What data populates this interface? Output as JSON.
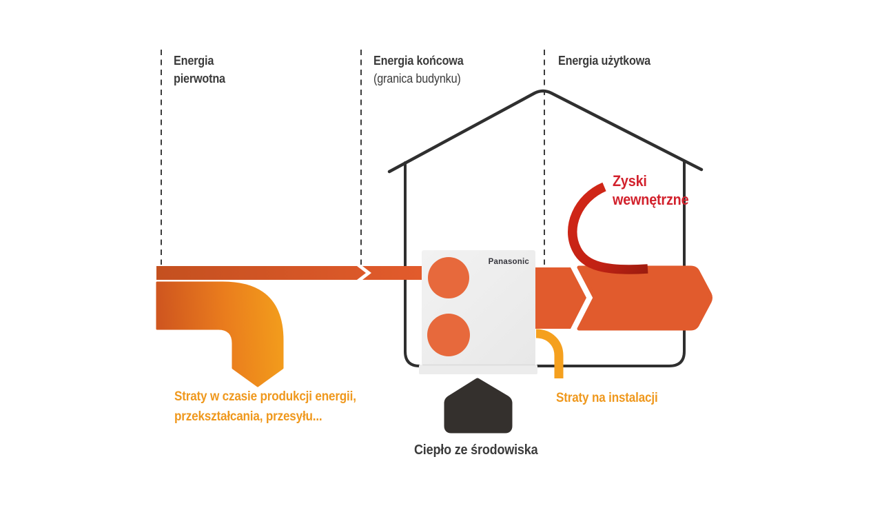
{
  "boundaries": {
    "primary": {
      "line1": "Energia",
      "line2": "pierwotna"
    },
    "final": {
      "line1": "Energia końcowa",
      "line2": "(granica budynku)"
    },
    "useful": {
      "line1": "Energia użytkowa"
    }
  },
  "device": {
    "brand": "Panasonic"
  },
  "annotations": {
    "production_losses": {
      "line1": "Straty w czasie produkcji energii,",
      "line2": "przekształcania, przesyłu..."
    },
    "internal_gains": {
      "line1": "Zyski",
      "line2": "wewnętrzne"
    },
    "installation_losses": "Straty na instalacji",
    "environment_heat": "Ciepło ze środowiska"
  },
  "colors": {
    "flow_primary": "#e15b2d",
    "flow_gradient_start": "#c4501f",
    "flow_bend_start": "#d0571f",
    "flow_bend_end": "#f29b1c",
    "loss_amber": "#f5a01e",
    "loss_text": "#ef981d",
    "gain_red": "#cf2517",
    "gain_text": "#d2212c",
    "text_dark": "#3b3b3b",
    "outline_dark": "#2f2f2f",
    "unit_body": "#eeeeee",
    "unit_circle": "#e7693c",
    "environment_icon": "#34302d"
  }
}
